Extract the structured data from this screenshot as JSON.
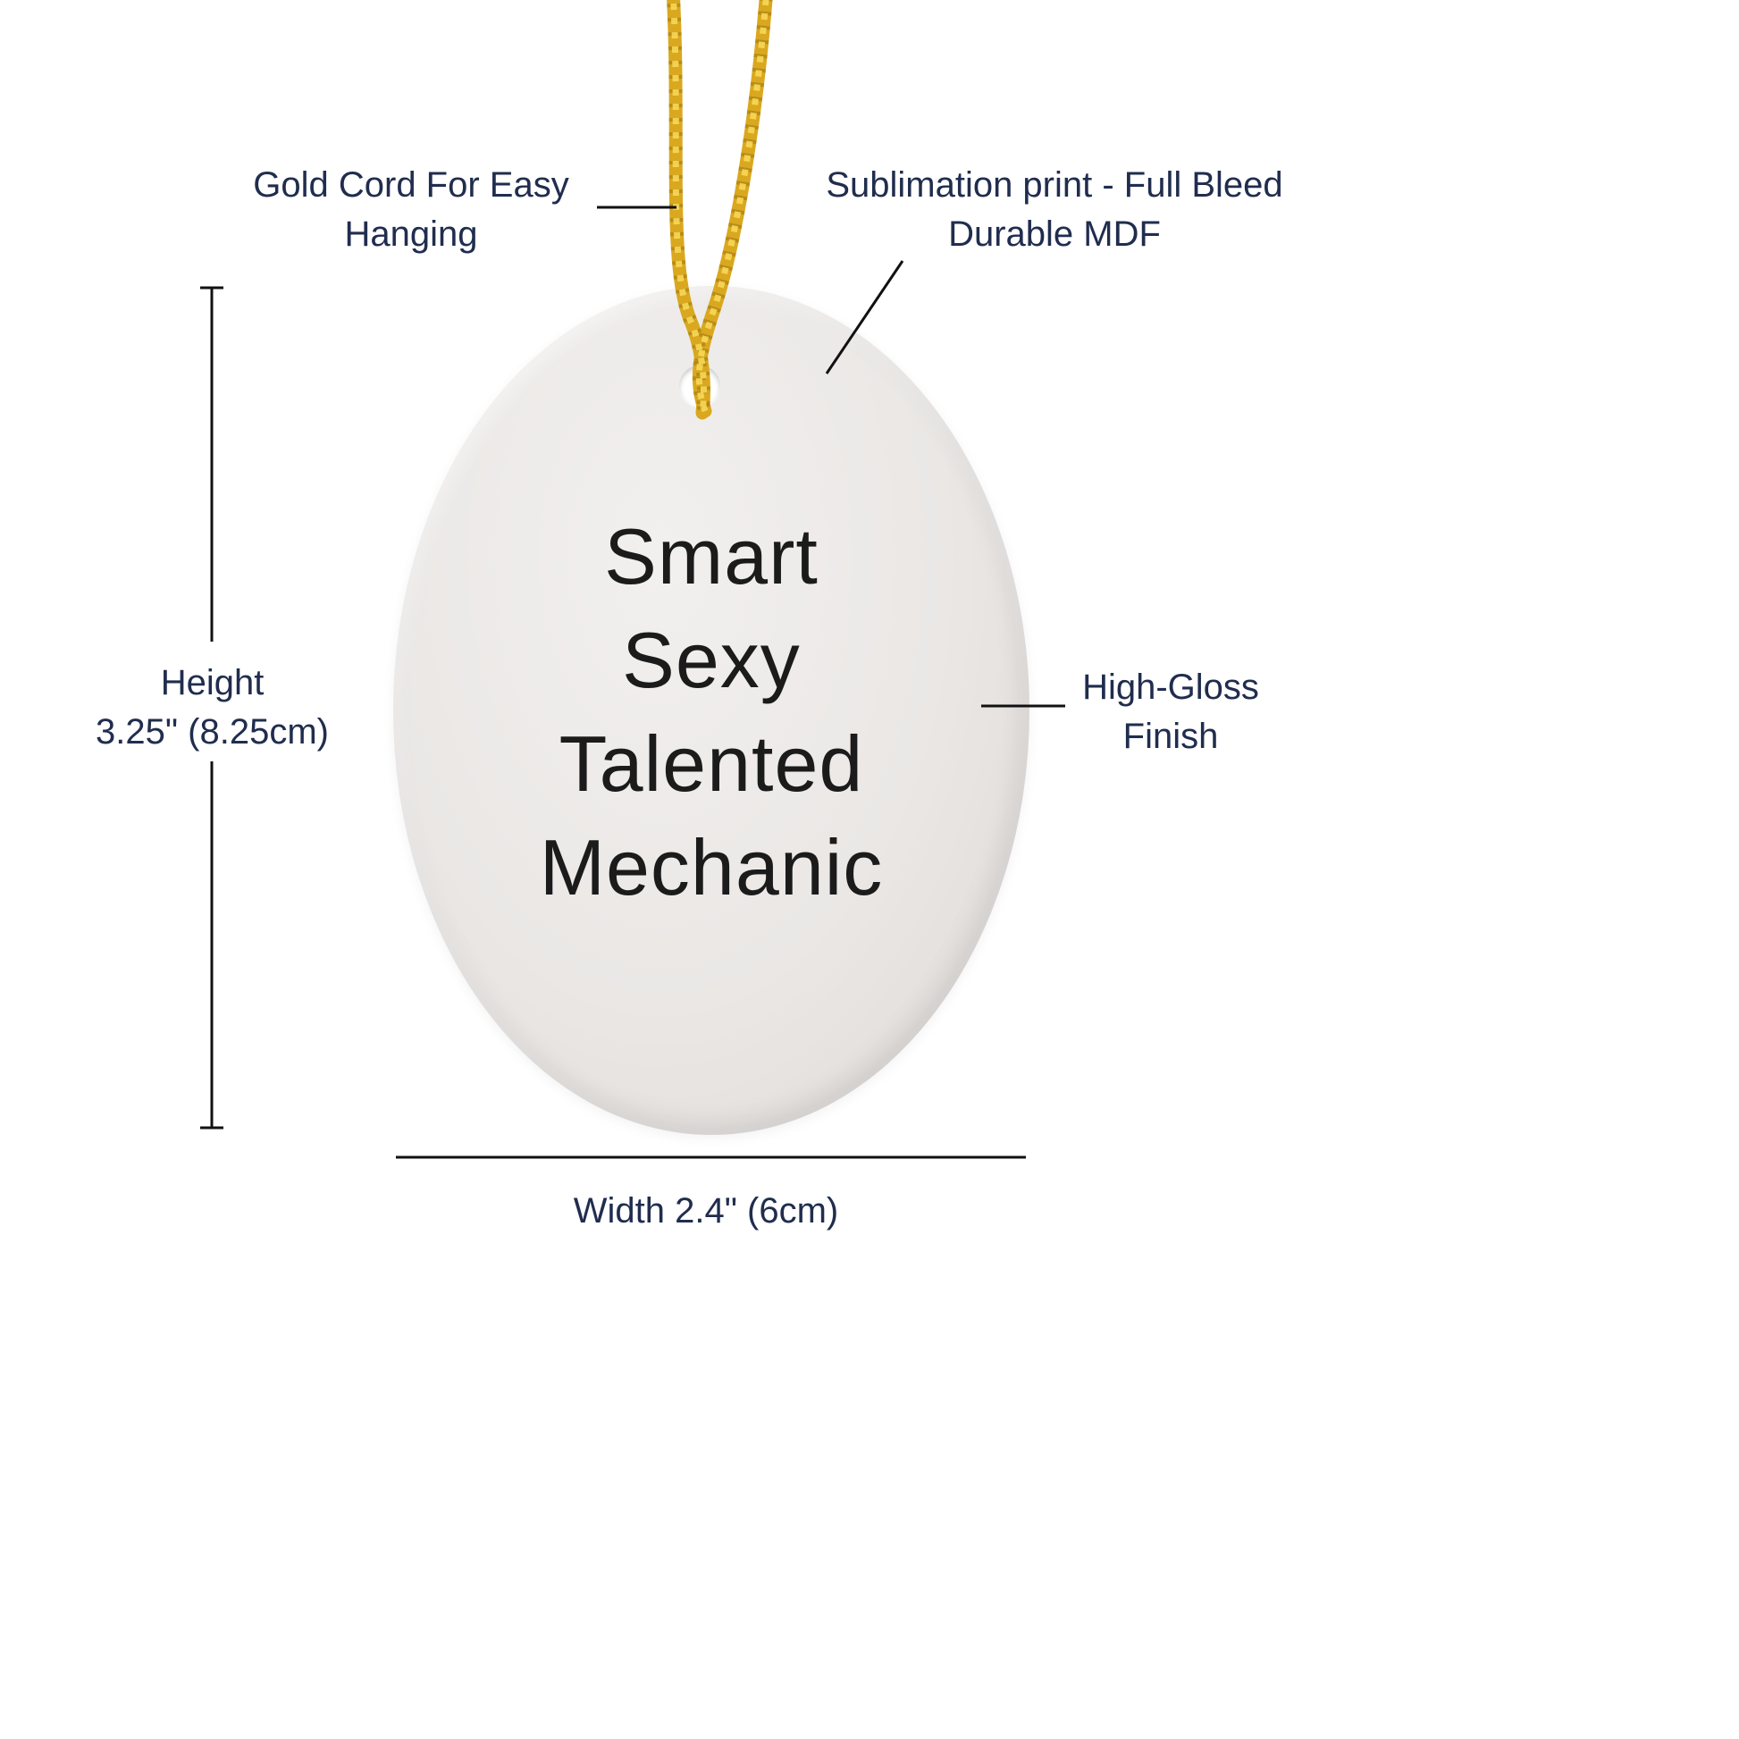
{
  "ornament": {
    "lines": [
      "Smart",
      "Sexy",
      "Talented",
      "Mechanic"
    ],
    "fill_color": "#eae7e5",
    "text_color": "#1b1b1b"
  },
  "cord": {
    "color": "#d9a81f",
    "highlight_color": "#f7d758",
    "shadow_color": "#9c7410"
  },
  "annotations": {
    "cord_label": {
      "line1": "Gold Cord For Easy",
      "line2": "Hanging"
    },
    "print_label": {
      "line1": "Sublimation print - Full Bleed",
      "line2": "Durable MDF"
    },
    "height_label": {
      "line1": "Height",
      "line2": "3.25\" (8.25cm)"
    },
    "finish_label": {
      "line1": "High-Gloss",
      "line2": "Finish"
    },
    "width_label": {
      "text": "Width 2.4\" (6cm)"
    }
  },
  "colors": {
    "annotation_text": "#202d4e",
    "dimension_line": "#111111",
    "background": "#ffffff"
  }
}
